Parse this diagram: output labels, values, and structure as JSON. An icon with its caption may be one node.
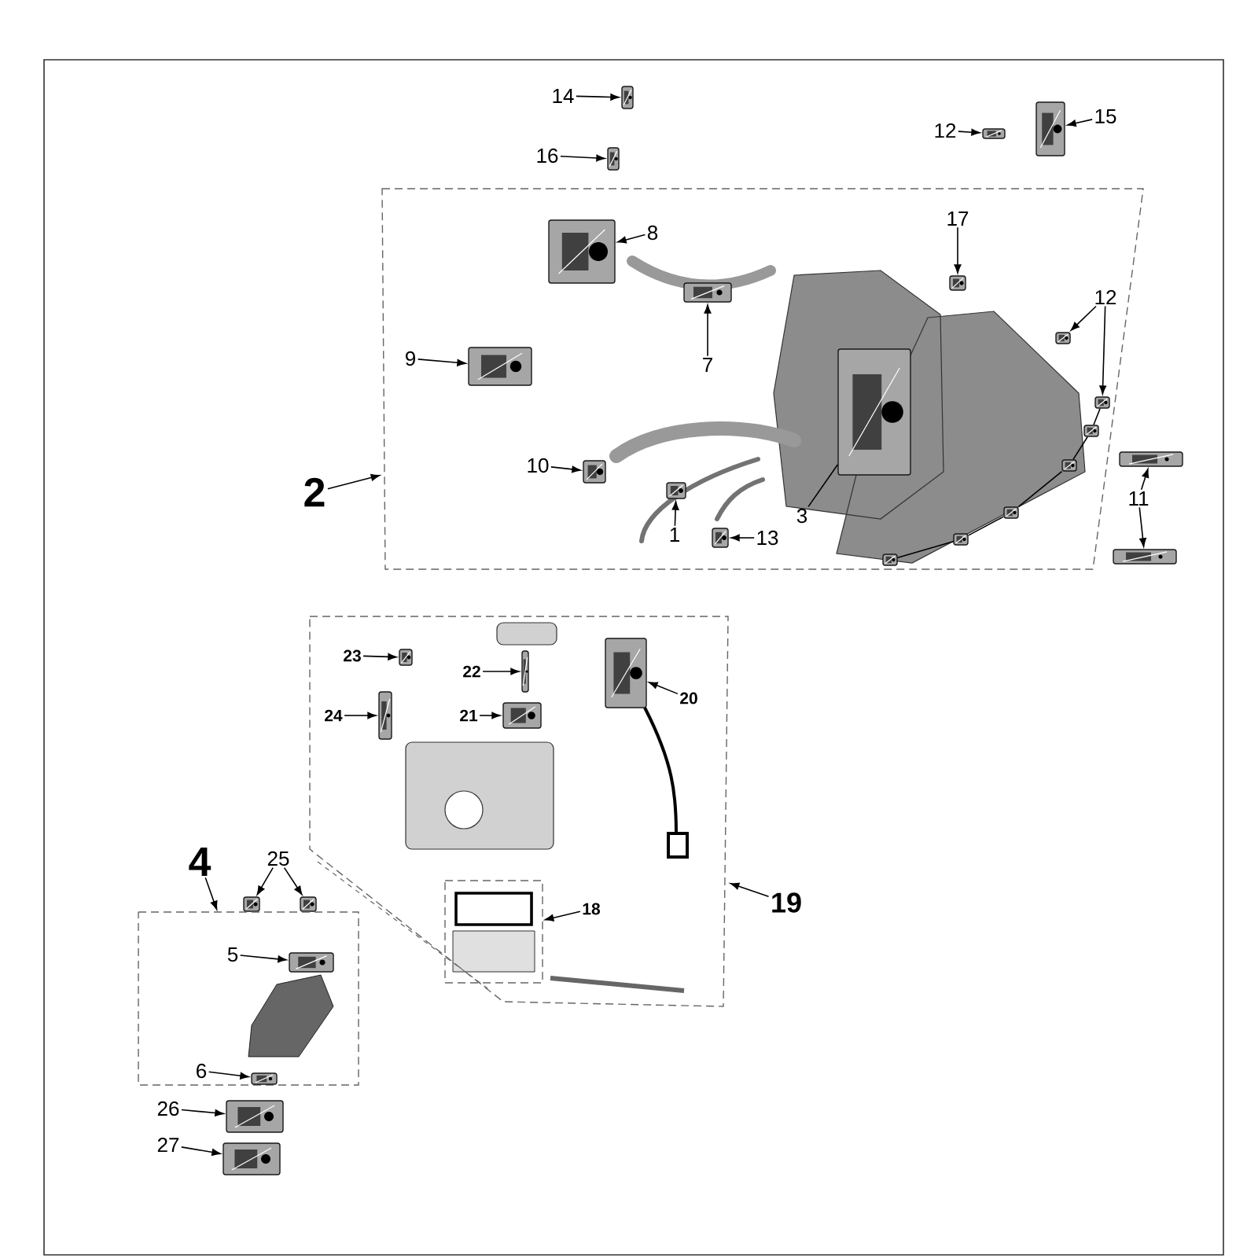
{
  "diagram": {
    "nodes": [
      {
        "text": [
          "14"
        ]
      },
      {
        "text": [],
        "shape": "picture"
      },
      {
        "text": [
          "12"
        ]
      },
      {
        "text": [],
        "shape": "picture"
      },
      {
        "text": [
          "15"
        ]
      },
      {
        "text": [],
        "shape": "picture"
      },
      {
        "text": [
          "16"
        ]
      },
      {
        "text": [],
        "shape": "picture"
      },
      {
        "text": [],
        "shape": "box"
      },
      {
        "text": [
          "8"
        ],
        "in": 8
      },
      {
        "text": [],
        "shape": "picture",
        "in": 8
      },
      {
        "text": [
          "17"
        ],
        "in": 8
      },
      {
        "text": [],
        "shape": "picture",
        "in": 8
      },
      {
        "text": [
          "12"
        ],
        "in": 8
      },
      {
        "text": [],
        "shape": "picture",
        "in": 8
      },
      {
        "text": [],
        "shape": "picture",
        "in": 8
      },
      {
        "text": [],
        "shape": "picture",
        "in": 8
      },
      {
        "text": [],
        "shape": "picture",
        "in": 8
      },
      {
        "text": [],
        "shape": "picture",
        "in": 8
      },
      {
        "text": [],
        "shape": "picture",
        "in": 8
      },
      {
        "text": [],
        "shape": "picture",
        "in": 8
      },
      {
        "text": [
          "9"
        ],
        "in": 8
      },
      {
        "text": [],
        "shape": "picture",
        "in": 8
      },
      {
        "text": [
          "7"
        ],
        "in": 8
      },
      {
        "text": [],
        "shape": "picture",
        "in": 8
      },
      {
        "text": [
          "10"
        ],
        "in": 8
      },
      {
        "text": [],
        "shape": "picture",
        "in": 8
      },
      {
        "text": [
          "2"
        ]
      },
      {
        "text": [
          "1"
        ],
        "in": 8
      },
      {
        "text": [],
        "shape": "picture",
        "in": 8
      },
      {
        "text": [
          "13"
        ],
        "in": 8
      },
      {
        "text": [],
        "shape": "picture",
        "in": 8
      },
      {
        "text": [
          "3"
        ],
        "in": 8
      },
      {
        "text": [],
        "shape": "picture",
        "in": 8
      },
      {
        "text": [
          "11"
        ]
      },
      {
        "text": [],
        "shape": "picture"
      },
      {
        "text": [],
        "shape": "picture"
      },
      {
        "text": [],
        "shape": "box"
      },
      {
        "text": [
          "23"
        ],
        "in": 37
      },
      {
        "text": [],
        "shape": "picture",
        "in": 37
      },
      {
        "text": [
          "22"
        ],
        "in": 37
      },
      {
        "text": [],
        "shape": "picture",
        "in": 37
      },
      {
        "text": [
          "21"
        ],
        "in": 37
      },
      {
        "text": [],
        "shape": "picture",
        "in": 37
      },
      {
        "text": [
          "24"
        ],
        "in": 37
      },
      {
        "text": [],
        "shape": "picture",
        "in": 37
      },
      {
        "text": [
          "20"
        ],
        "in": 37
      },
      {
        "text": [],
        "shape": "picture",
        "in": 37
      },
      {
        "text": [],
        "shape": "box",
        "in": 37
      },
      {
        "text": [
          "18"
        ],
        "in": 37
      },
      {
        "text": [
          "19"
        ]
      },
      {
        "text": [
          "4"
        ]
      },
      {
        "text": [
          "25"
        ]
      },
      {
        "text": [],
        "shape": "picture"
      },
      {
        "text": [],
        "shape": "picture"
      },
      {
        "text": [],
        "shape": "box"
      },
      {
        "text": [
          "5"
        ],
        "in": 55
      },
      {
        "text": [],
        "shape": "picture",
        "in": 55
      },
      {
        "text": [
          "6"
        ],
        "in": 55
      },
      {
        "text": [],
        "shape": "picture",
        "in": 55
      },
      {
        "text": [
          "26"
        ]
      },
      {
        "text": [],
        "shape": "picture"
      },
      {
        "text": [
          "27"
        ]
      },
      {
        "text": [],
        "shape": "picture"
      }
    ],
    "edges": [
      {
        "from": 0,
        "to": 1,
        "arrow": "to"
      },
      {
        "from": 2,
        "to": 3,
        "arrow": "to"
      },
      {
        "from": 4,
        "to": 5,
        "arrow": "to"
      },
      {
        "from": 6,
        "to": 7,
        "arrow": "to"
      },
      {
        "from": 9,
        "to": 10,
        "arrow": "to"
      },
      {
        "from": 11,
        "to": 12,
        "arrow": "to"
      },
      {
        "from": 13,
        "to": 14,
        "arrow": "to"
      },
      {
        "from": 13,
        "to": 15,
        "arrow": "to"
      },
      {
        "from": 15,
        "to": 16,
        "arrow": "none"
      },
      {
        "from": 16,
        "to": 17,
        "arrow": "none"
      },
      {
        "from": 17,
        "to": 18,
        "arrow": "none"
      },
      {
        "from": 18,
        "to": 19,
        "arrow": "none"
      },
      {
        "from": 19,
        "to": 20,
        "arrow": "none"
      },
      {
        "from": 21,
        "to": 22,
        "arrow": "to"
      },
      {
        "from": 23,
        "to": 24,
        "arrow": "to"
      },
      {
        "from": 25,
        "to": 26,
        "arrow": "to"
      },
      {
        "from": 27,
        "to": 8,
        "arrow": "to"
      },
      {
        "from": 28,
        "to": 29,
        "arrow": "to"
      },
      {
        "from": 30,
        "to": 31,
        "arrow": "to"
      },
      {
        "from": 32,
        "to": 33,
        "arrow": "none"
      },
      {
        "from": 34,
        "to": 35,
        "arrow": "to"
      },
      {
        "from": 34,
        "to": 36,
        "arrow": "to"
      },
      {
        "from": 38,
        "to": 39,
        "arrow": "to"
      },
      {
        "from": 40,
        "to": 41,
        "arrow": "to"
      },
      {
        "from": 42,
        "to": 43,
        "arrow": "to"
      },
      {
        "from": 44,
        "to": 45,
        "arrow": "to"
      },
      {
        "from": 46,
        "to": 47,
        "arrow": "to"
      },
      {
        "from": 49,
        "to": 48,
        "arrow": "to"
      },
      {
        "from": 50,
        "to": 37,
        "arrow": "to"
      },
      {
        "from": 51,
        "to": 55,
        "arrow": "to"
      },
      {
        "from": 52,
        "to": 53,
        "arrow": "to"
      },
      {
        "from": 52,
        "to": 54,
        "arrow": "to"
      },
      {
        "from": 56,
        "to": 57,
        "arrow": "to"
      },
      {
        "from": 58,
        "to": 59,
        "arrow": "to"
      },
      {
        "from": 60,
        "to": 61,
        "arrow": "to"
      },
      {
        "from": 62,
        "to": 63,
        "arrow": "to"
      }
    ]
  }
}
